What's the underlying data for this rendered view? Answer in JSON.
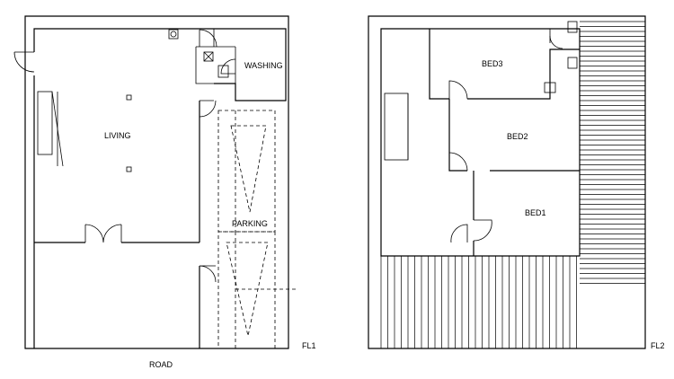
{
  "floor1": {
    "rooms": {
      "living": "LIVING",
      "washing": "WASHING",
      "parking": "PARKING"
    },
    "road": "ROAD",
    "floor_tag": "FL1"
  },
  "floor2": {
    "rooms": {
      "bed1": "BED1",
      "bed2": "BED2",
      "bed3": "BED3"
    },
    "floor_tag": "FL2"
  }
}
